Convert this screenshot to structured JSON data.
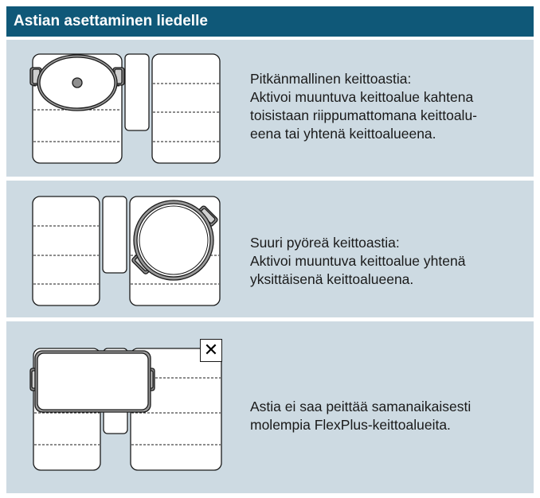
{
  "header": {
    "title": "Astian asettaminen liedelle"
  },
  "rows": [
    {
      "figure": "oval-pot-on-left-flex-zone",
      "lines": [
        "Pitkänmallinen keittoastia:",
        "Aktivoi muuntuva keittoalue kahtena",
        "toisistaan riippumattomana keittoalu-",
        "eena tai yhtenä keittoalueena."
      ]
    },
    {
      "figure": "round-pot-on-right-flex-zone",
      "lines": [
        "Suuri pyöreä keittoastia:",
        "Aktivoi muuntuva keittoalue yhtenä",
        "yksittäisenä keittoalueena."
      ]
    },
    {
      "figure": "rectangular-pan-spanning-both-zones",
      "wrong_mark": "✕",
      "lines": [
        "Astia ei saa peittää samanaikaisesti",
        "molempia FlexPlus-keittoalueita."
      ]
    }
  ],
  "colors": {
    "header_bg": "#0f5878",
    "row_bg": "#cddae2",
    "zone_fill": "#ffffff",
    "outline": "#1a1a1a"
  }
}
